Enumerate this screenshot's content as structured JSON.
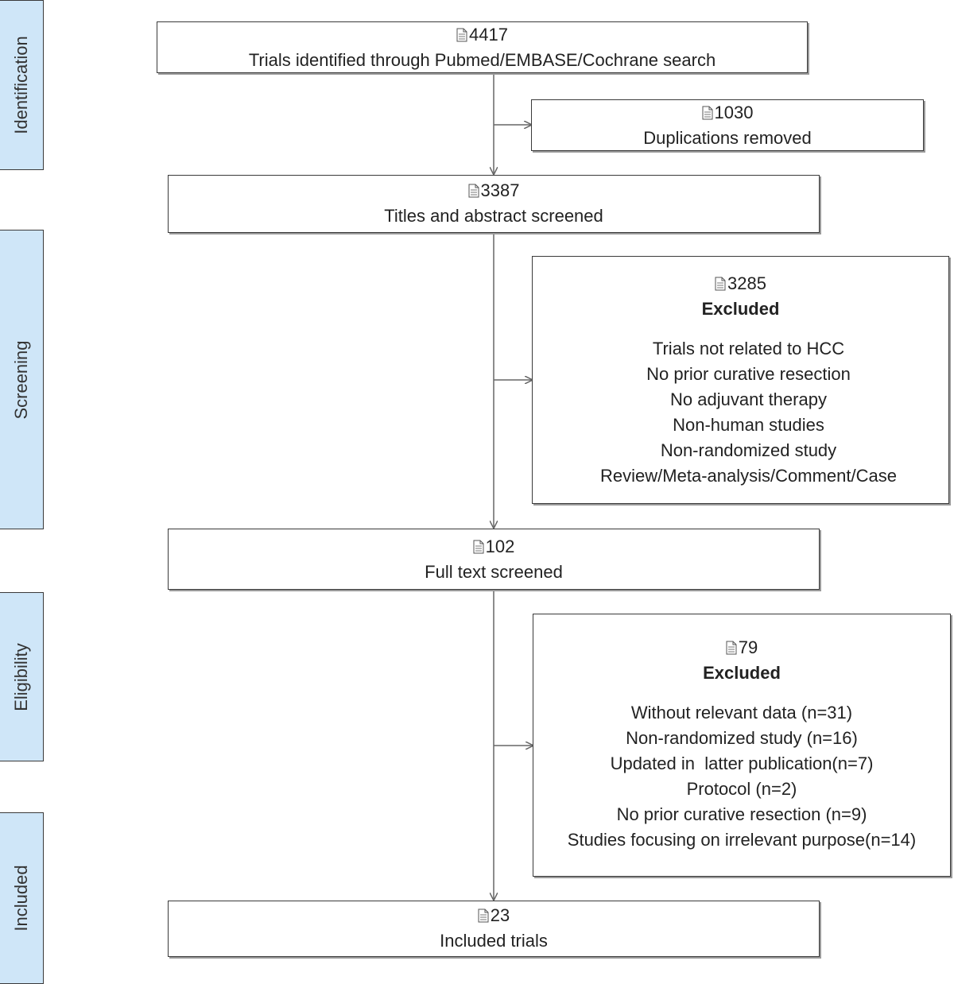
{
  "phases": {
    "identification": "Identification",
    "screening": "Screening",
    "eligibility": "Eligibility",
    "included": "Included"
  },
  "boxes": {
    "identified": {
      "count": "4417",
      "label": "Trials identified through Pubmed/EMBASE/Cochrane search"
    },
    "duplicates": {
      "count": "1030",
      "label": "Duplications removed"
    },
    "titles": {
      "count": "3387",
      "label": "Titles and abstract screened"
    },
    "excluded_screening": {
      "count": "3285",
      "title": "Excluded",
      "reasons": [
        "Trials not related to HCC",
        "No prior curative resection",
        "No adjuvant therapy",
        "Non-human studies",
        "Non-randomized study",
        "Review/Meta-analysis/Comment/Case"
      ]
    },
    "fulltext": {
      "count": "102",
      "label": "Full text screened"
    },
    "excluded_eligibility": {
      "count": "79",
      "title": "Excluded",
      "reasons": [
        "Without relevant data (n=31)",
        "Non-randomized study (n=16)",
        "Updated in  latter publication(n=7)",
        "Protocol (n=2)",
        "No prior curative resection (n=9)",
        "Studies focusing on irrelevant purpose(n=14)"
      ]
    },
    "included": {
      "count": "23",
      "label": "Included trials"
    }
  },
  "icons": {
    "count_icon": "document-icon"
  },
  "colors": {
    "phase_fill": "#cfe6f8",
    "border": "#3a3a3a",
    "arrow": "#666666"
  }
}
